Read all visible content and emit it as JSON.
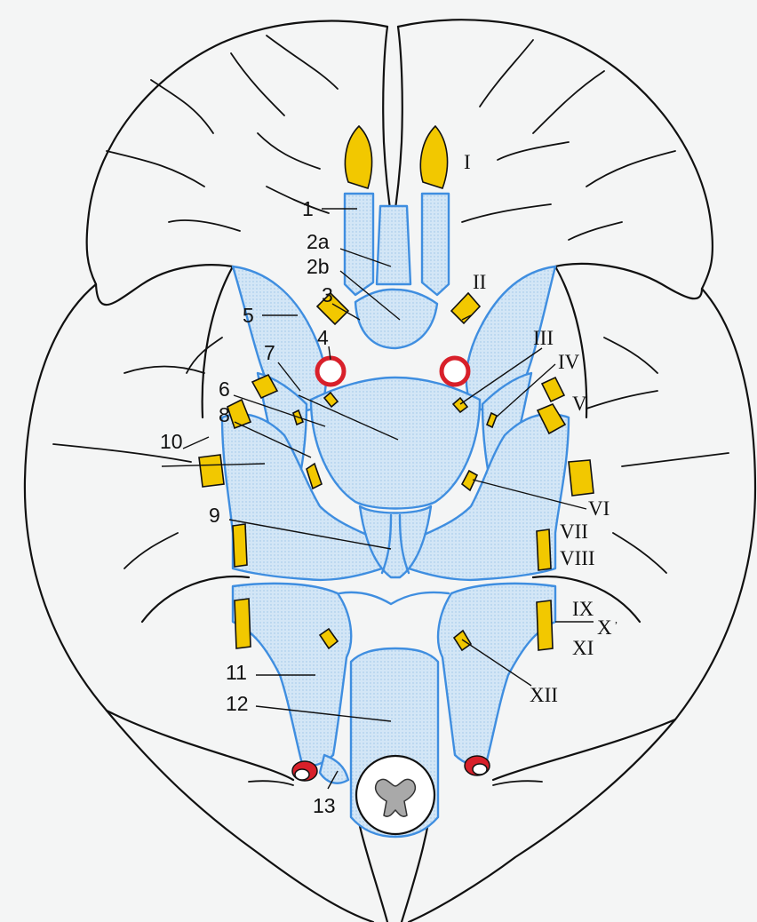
{
  "colors": {
    "background": "#f4f5f5",
    "cistern_fill": "#d3e6f6",
    "cistern_outline": "#3f8ee0",
    "nerve": "#f2c800",
    "artery_ring": "#d8202a",
    "outline": "#111111"
  },
  "labels": {
    "n1": "1",
    "n2a": "2a",
    "n2b": "2b",
    "n3": "3",
    "n4": "4",
    "n5": "5",
    "n6": "6",
    "n7": "7",
    "n8": "8",
    "n9": "9",
    "n10": "10",
    "n11": "11",
    "n12": "12",
    "n13": "13"
  },
  "nerves": {
    "I": "I",
    "II": "II",
    "III": "III",
    "IV": "IV",
    "V": "V",
    "VI": "VI",
    "VII": "VII",
    "VIII": "VIII",
    "IX": "IX",
    "X": "X",
    "XI": "XI",
    "XII": "XII"
  }
}
